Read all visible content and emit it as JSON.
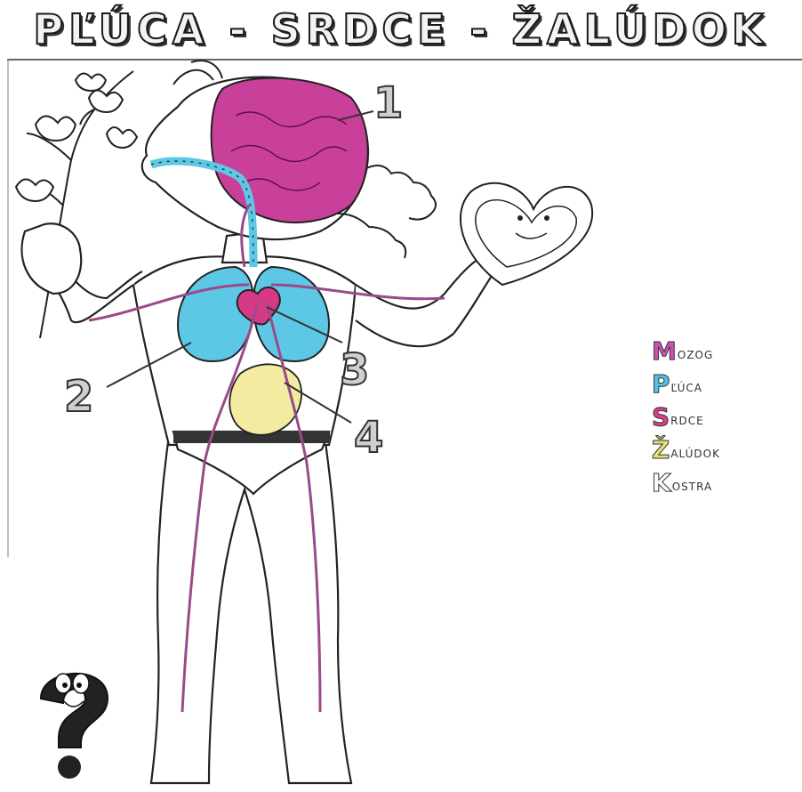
{
  "title": "PĽÚCA - SRDCE - ŽALÚDOK",
  "labels": [
    {
      "id": "brain",
      "number": "1"
    },
    {
      "id": "lungs",
      "number": "2"
    },
    {
      "id": "heart",
      "number": "3"
    },
    {
      "id": "stomach",
      "number": "4"
    }
  ],
  "legend": [
    {
      "initial": "M",
      "rest": "OZOG",
      "color": "#d050b0"
    },
    {
      "initial": "P",
      "rest": "ĽÚCA",
      "color": "#4fc3e8"
    },
    {
      "initial": "S",
      "rest": "RDCE",
      "color": "#d8408a"
    },
    {
      "initial": "Ž",
      "rest": "ALÚDOK",
      "color": "#e8e070"
    },
    {
      "initial": "K",
      "rest": "OSTRA",
      "color": "#ffffff"
    }
  ],
  "colors": {
    "brain": "#c8409a",
    "lungs": "#5cc8e6",
    "heart": "#d63a86",
    "stomach": "#f3eba0",
    "vessels": "#9a4a8a",
    "outline": "#222222"
  },
  "icons": [
    "question-mark-icon",
    "flower-icon",
    "heart-cookie-icon"
  ]
}
